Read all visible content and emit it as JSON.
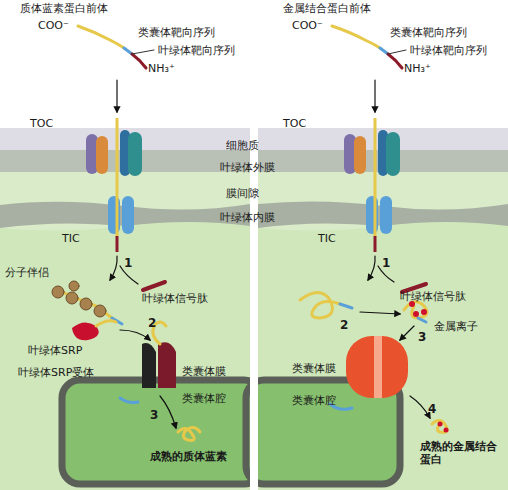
{
  "diagram": {
    "labels": [
      "质体蓝素蛋白前体",
      "COO⁻",
      "类囊体靶向序列",
      "叶绿体靶向序列",
      "NH₃⁺",
      "金属结合蛋白前体",
      "COO⁻",
      "类囊体靶向序列",
      "叶绿体靶向序列",
      "NH₃⁺",
      "TOC",
      "TOC",
      "细胞质",
      "叶绿体外膜",
      "膜间隙",
      "叶绿体内膜",
      "TIC",
      "TIC",
      "1",
      "叶绿体信号肽",
      "1",
      "叶绿体信号肽",
      "分子伴侣",
      "2",
      "叶绿体SRP",
      "叶绿体SRP受体",
      "2",
      "3",
      "金属离子",
      "类囊体膜",
      "类囊体腔",
      "3",
      "成熟的质体蓝素",
      "类囊体膜",
      "类囊体腔",
      "4",
      "成熟的金属结合蛋白"
    ]
  }
}
